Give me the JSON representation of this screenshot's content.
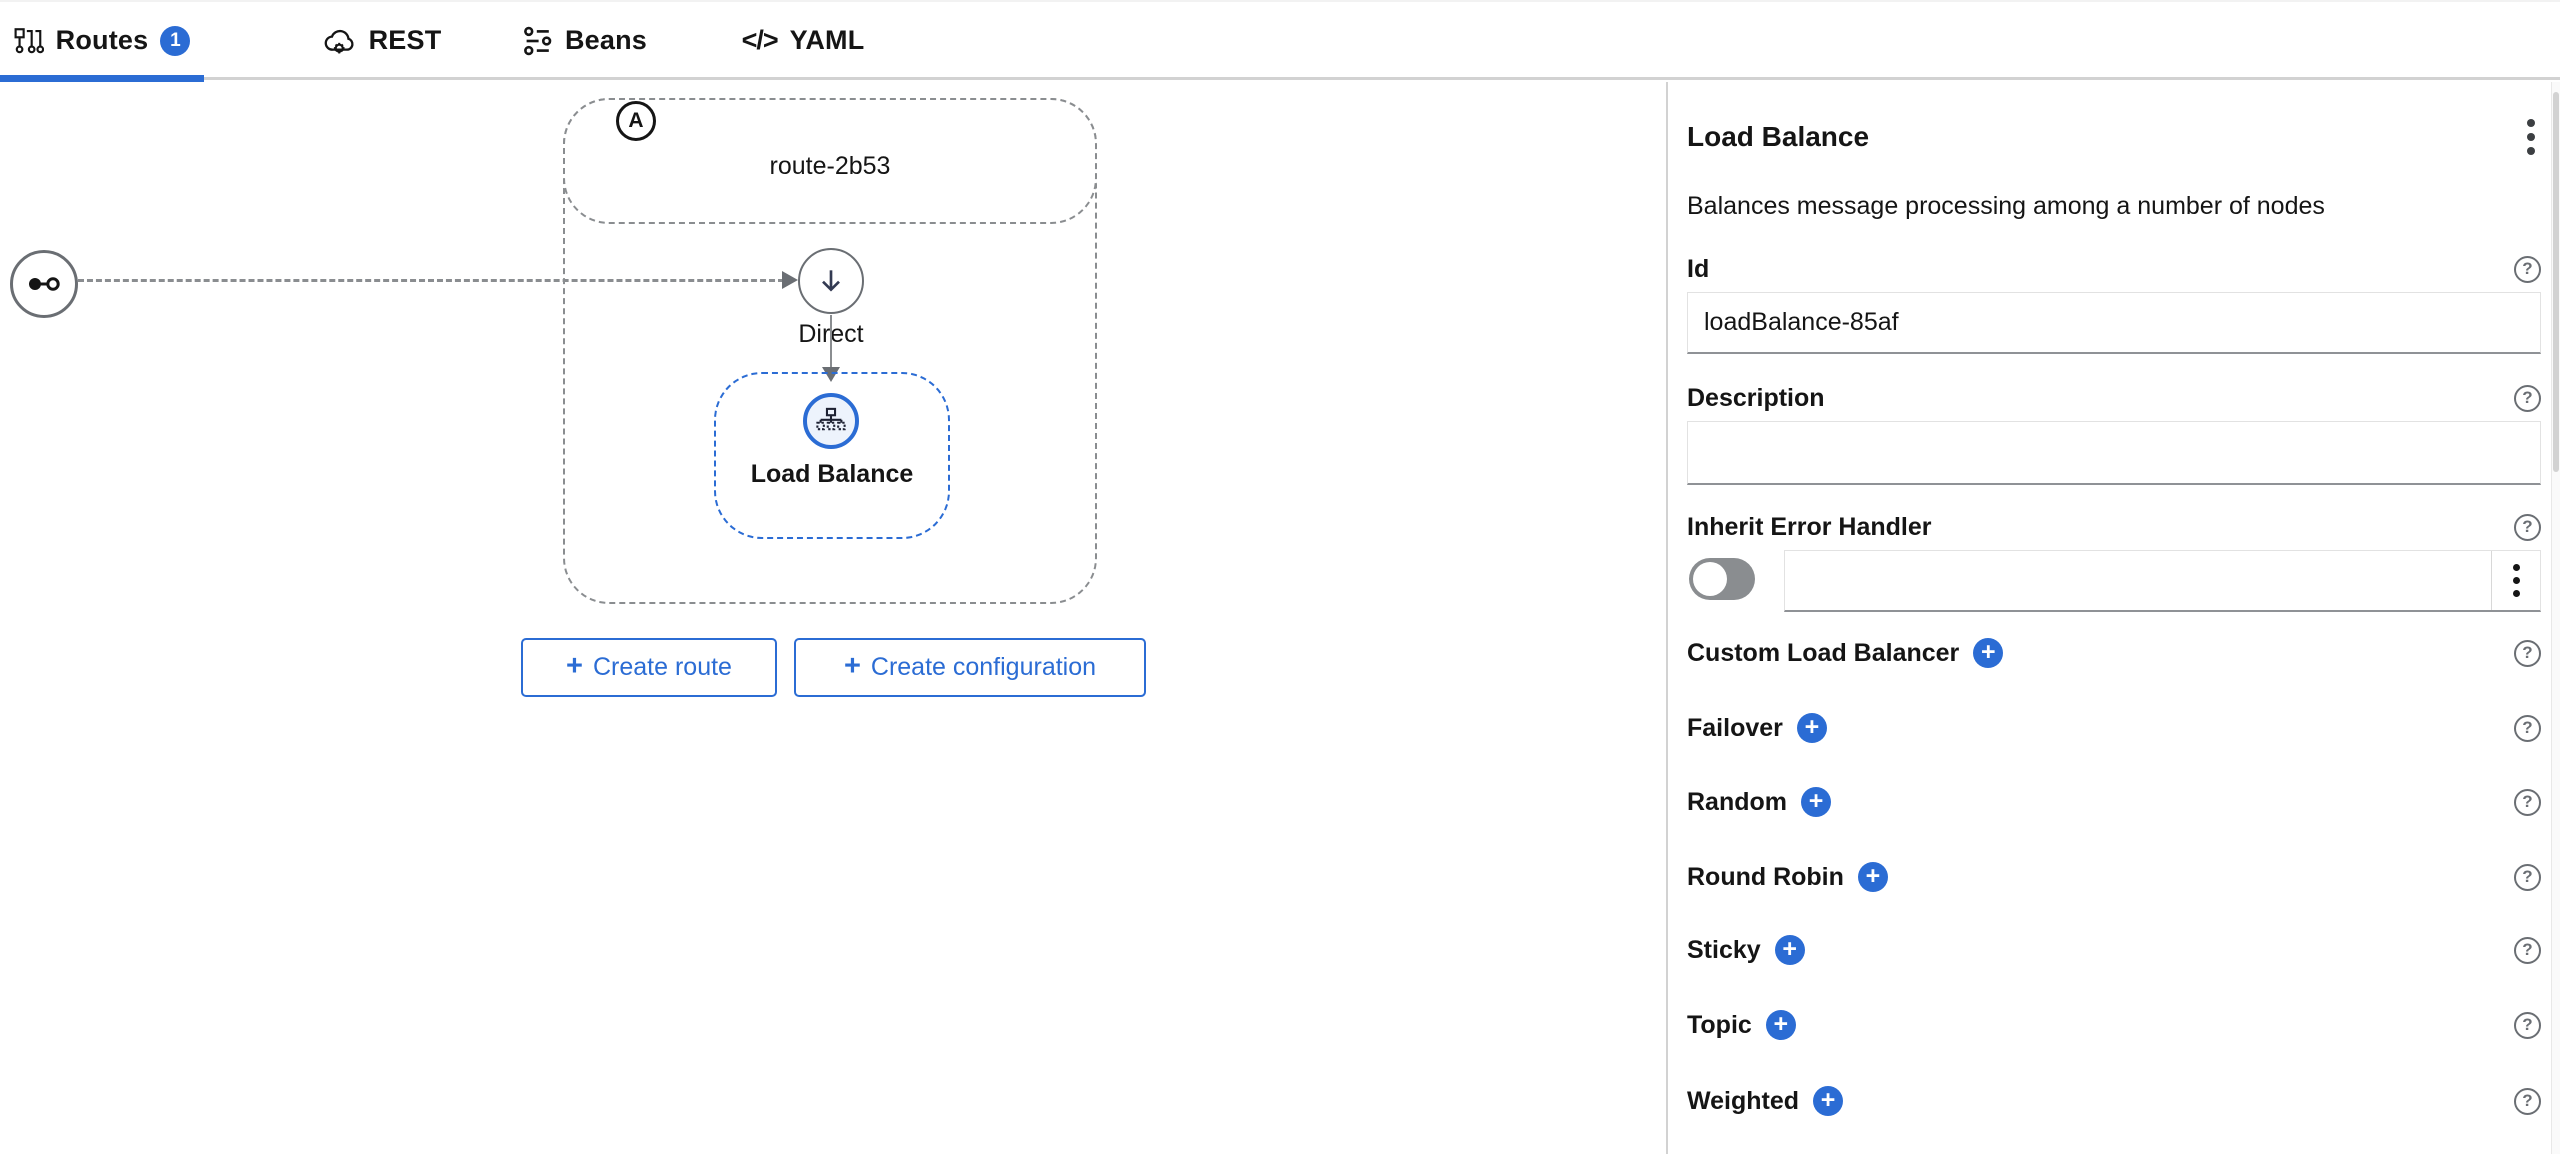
{
  "accent_color": "#2b6cd4",
  "icons": {
    "plus": "+",
    "help": "?",
    "yaml_glyph": "</>"
  },
  "tabs": {
    "items": [
      {
        "label": "Routes",
        "icon": "routes-icon",
        "badge": "1",
        "active": true
      },
      {
        "label": "REST",
        "icon": "rest-icon",
        "active": false
      },
      {
        "label": "Beans",
        "icon": "beans-icon",
        "active": false
      },
      {
        "label": "YAML",
        "icon": "yaml-code-icon",
        "active": false
      }
    ]
  },
  "canvas": {
    "route_group": {
      "badge": "A",
      "label": "route-2b53"
    },
    "nodes": {
      "direct": {
        "label": "Direct"
      },
      "loadbalance": {
        "label": "Load Balance"
      }
    },
    "buttons": {
      "create_route": "Create route",
      "create_configuration": "Create configuration"
    }
  },
  "panel": {
    "title": "Load Balance",
    "subtitle": "Balances message processing among a number of nodes",
    "id_field": {
      "label": "Id",
      "value": "loadBalance-85af"
    },
    "description_field": {
      "label": "Description",
      "value": ""
    },
    "inherit_error_handler": {
      "label": "Inherit Error Handler",
      "toggle_on": false,
      "value": ""
    },
    "add_sections": [
      "Custom Load Balancer",
      "Failover",
      "Random",
      "Round Robin",
      "Sticky",
      "Topic",
      "Weighted"
    ]
  }
}
